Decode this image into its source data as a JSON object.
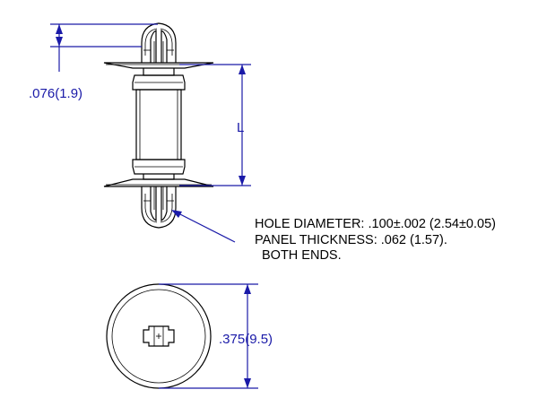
{
  "dimensions": {
    "head_height": ".076(1.9)",
    "length": "L",
    "diameter": ".375(9.5)"
  },
  "note": {
    "line1": "HOLE DIAMETER: .100±.002 (2.54±0.05)",
    "line2": "PANEL THICKNESS: .062 (1.57).",
    "line3": "BOTH ENDS."
  },
  "colors": {
    "dimension": "#1a1aa8",
    "part": "#000000"
  }
}
